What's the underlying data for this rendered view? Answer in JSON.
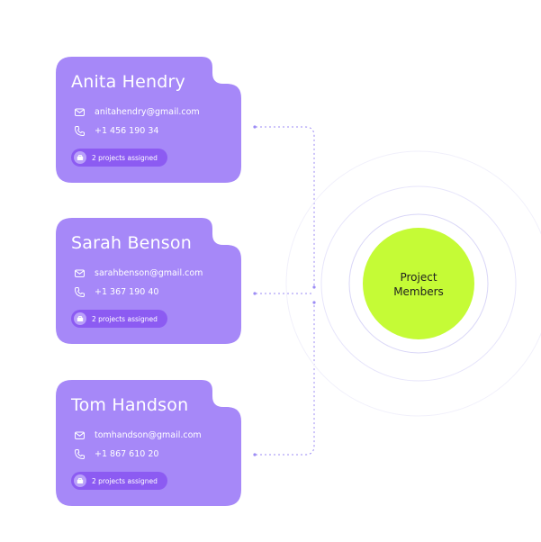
{
  "members": [
    {
      "name": "Anita Hendry",
      "email": "anitahendry@gmail.com",
      "phone": "+1 456 190 34",
      "projects": "2 projects assigned"
    },
    {
      "name": "Sarah Benson",
      "email": "sarahbenson@gmail.com",
      "phone": "+1 367 190 40",
      "projects": "2 projects assigned"
    },
    {
      "name": "Tom Handson",
      "email": "tomhandson@gmail.com",
      "phone": "+1 867 610 20",
      "projects": "2 projects assigned"
    }
  ],
  "hub": {
    "line1": "Project",
    "line2": "Members"
  },
  "icons": {
    "email": "mail-icon",
    "phone": "phone-icon",
    "projects": "briefcase-icon"
  },
  "colors": {
    "card": "#a688f8",
    "badge": "#8c5bf2",
    "hub": "#c5fb36",
    "ring": "#d9d6f7",
    "connector": "#9c8cf5"
  }
}
